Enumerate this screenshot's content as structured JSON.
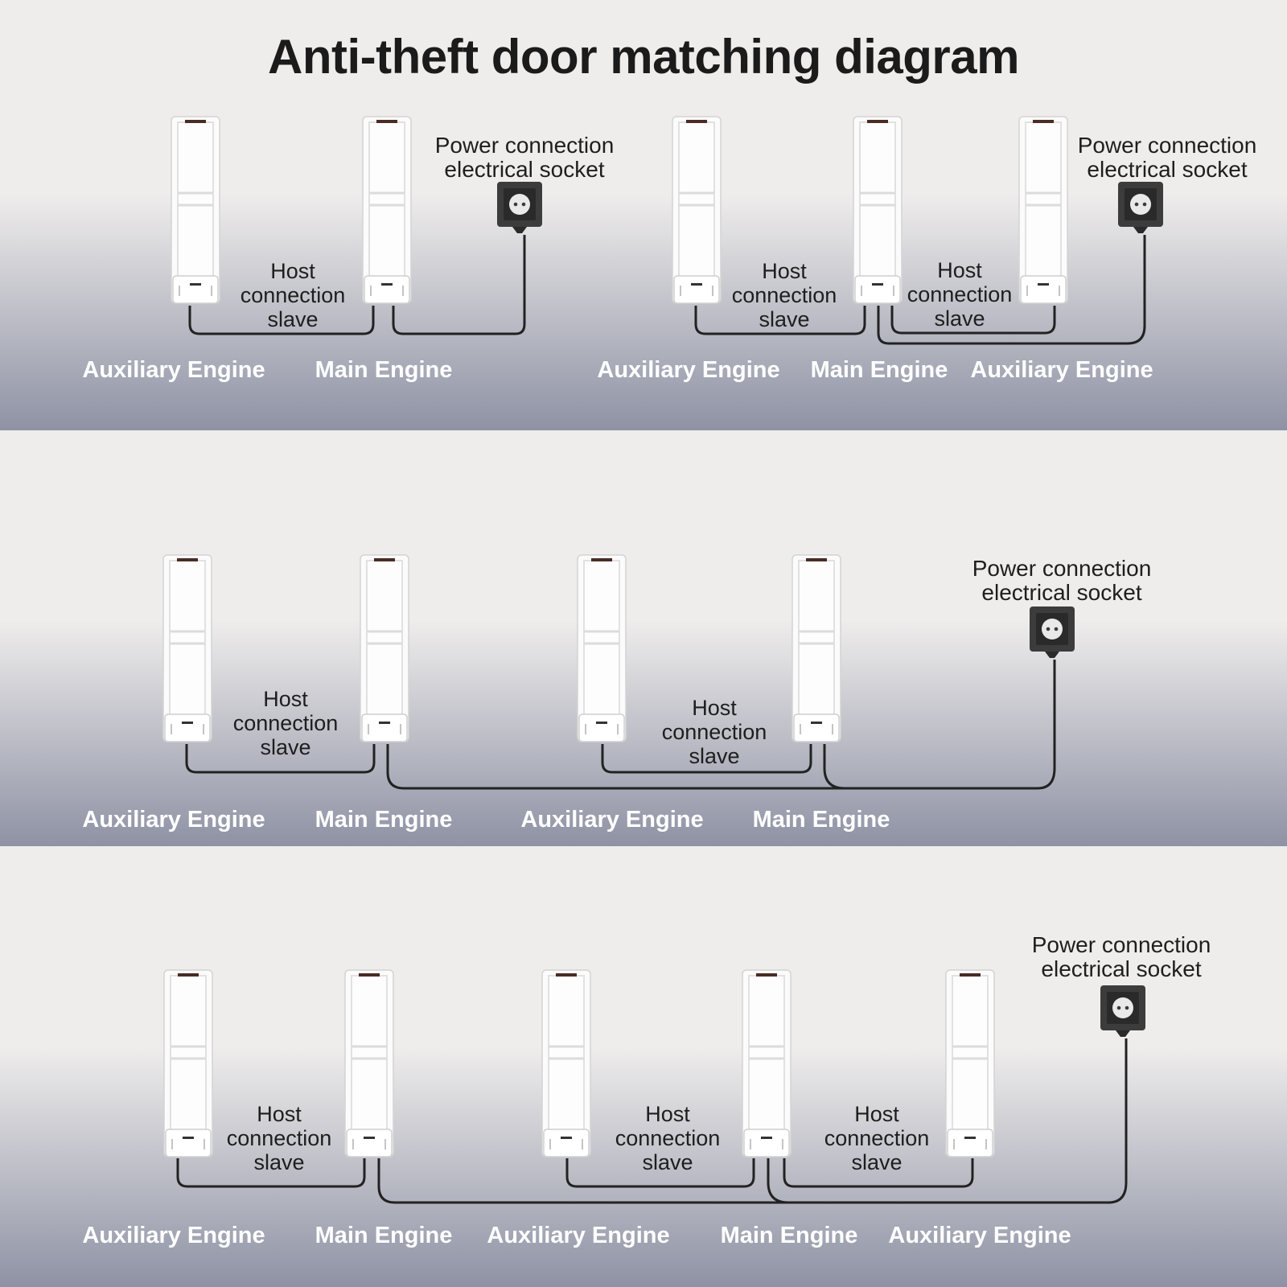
{
  "title": "Anti-theft door matching diagram",
  "colors": {
    "background": "#efedec",
    "panel_bottom": "#8e92a4",
    "cable": "#222222",
    "socket": "#3c3c3c",
    "pedestal": "#fbfbfb",
    "pedestal_top_bar": "#4a2b25",
    "label": "#ffffff"
  },
  "labels": {
    "host": [
      "Host",
      "connection",
      "slave"
    ],
    "power": [
      "Power connection",
      "electrical socket"
    ],
    "auxiliary": "Auxiliary Engine",
    "main": "Main Engine"
  },
  "icons": {
    "pedestal": "eas-antenna-pedestal",
    "socket": "power-socket-icon"
  },
  "diagrams": [
    {
      "id": "two-door",
      "engines": [
        "Auxiliary Engine",
        "Main Engine"
      ],
      "host_labels": 1,
      "power_labels": 1
    },
    {
      "id": "three-door",
      "engines": [
        "Auxiliary Engine",
        "Main Engine",
        "Auxiliary Engine"
      ],
      "host_labels": 2,
      "power_labels": 1
    },
    {
      "id": "four-door",
      "engines": [
        "Auxiliary Engine",
        "Main Engine",
        "Auxiliary Engine",
        "Main Engine"
      ],
      "host_labels": 2,
      "power_labels": 1
    },
    {
      "id": "five-door",
      "engines": [
        "Auxiliary Engine",
        "Main Engine",
        "Auxiliary Engine",
        "Main Engine",
        "Auxiliary Engine"
      ],
      "host_labels": 3,
      "power_labels": 1
    }
  ]
}
